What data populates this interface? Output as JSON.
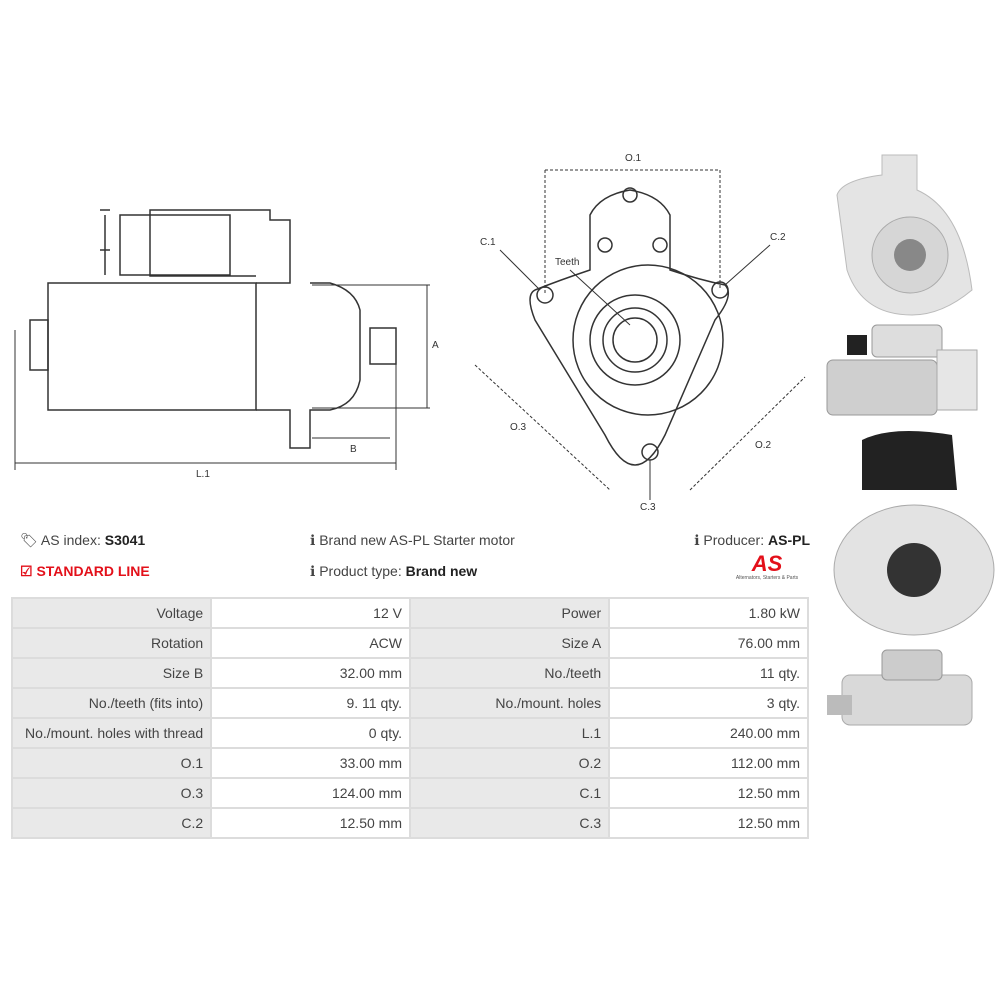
{
  "diagram": {
    "labels": {
      "A": "A",
      "B": "B",
      "L1": "L.1",
      "O1": "O.1",
      "O2": "O.2",
      "O3": "O.3",
      "C1": "C.1",
      "C2": "C.2",
      "C3": "C.3",
      "teeth": "Teeth"
    }
  },
  "info": {
    "index_label": "AS index:",
    "index_value": "S3041",
    "line": "STANDARD LINE",
    "description": "Brand new AS-PL Starter motor",
    "type_label": "Product type:",
    "type_value": "Brand new",
    "producer_label": "Producer:",
    "producer_value": "AS-PL",
    "logo_text": "AS",
    "logo_tagline": "Alternators, Starters & Parts"
  },
  "specs": [
    [
      "Voltage",
      "12 V",
      "Power",
      "1.80 kW"
    ],
    [
      "Rotation",
      "ACW",
      "Size A",
      "76.00 mm"
    ],
    [
      "Size B",
      "32.00 mm",
      "No./teeth",
      "11 qty."
    ],
    [
      "No./teeth (fits into)",
      "9. 11 qty.",
      "No./mount. holes",
      "3 qty."
    ],
    [
      "No./mount. holes with thread",
      "0 qty.",
      "L.1",
      "240.00 mm"
    ],
    [
      "O.1",
      "33.00 mm",
      "O.2",
      "112.00 mm"
    ],
    [
      "O.3",
      "124.00 mm",
      "C.1",
      "12.50 mm"
    ],
    [
      "C.2",
      "12.50 mm",
      "C.3",
      "12.50 mm"
    ]
  ],
  "colors": {
    "accent": "#e3101a"
  }
}
